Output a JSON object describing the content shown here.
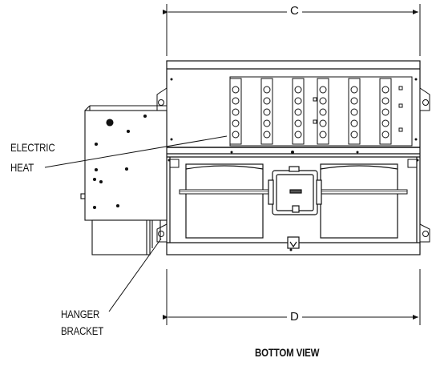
{
  "labels": {
    "dim_top": "C",
    "dim_bottom": "D",
    "electric_heat_line1": "ELECTRIC",
    "electric_heat_line2": "HEAT",
    "hanger_line1": "HANGER",
    "hanger_line2": "BRACKET",
    "view_caption": "BOTTOM VIEW"
  },
  "colors": {
    "line": "#111111",
    "fill_dark": "#555555",
    "paper": "#ffffff"
  }
}
